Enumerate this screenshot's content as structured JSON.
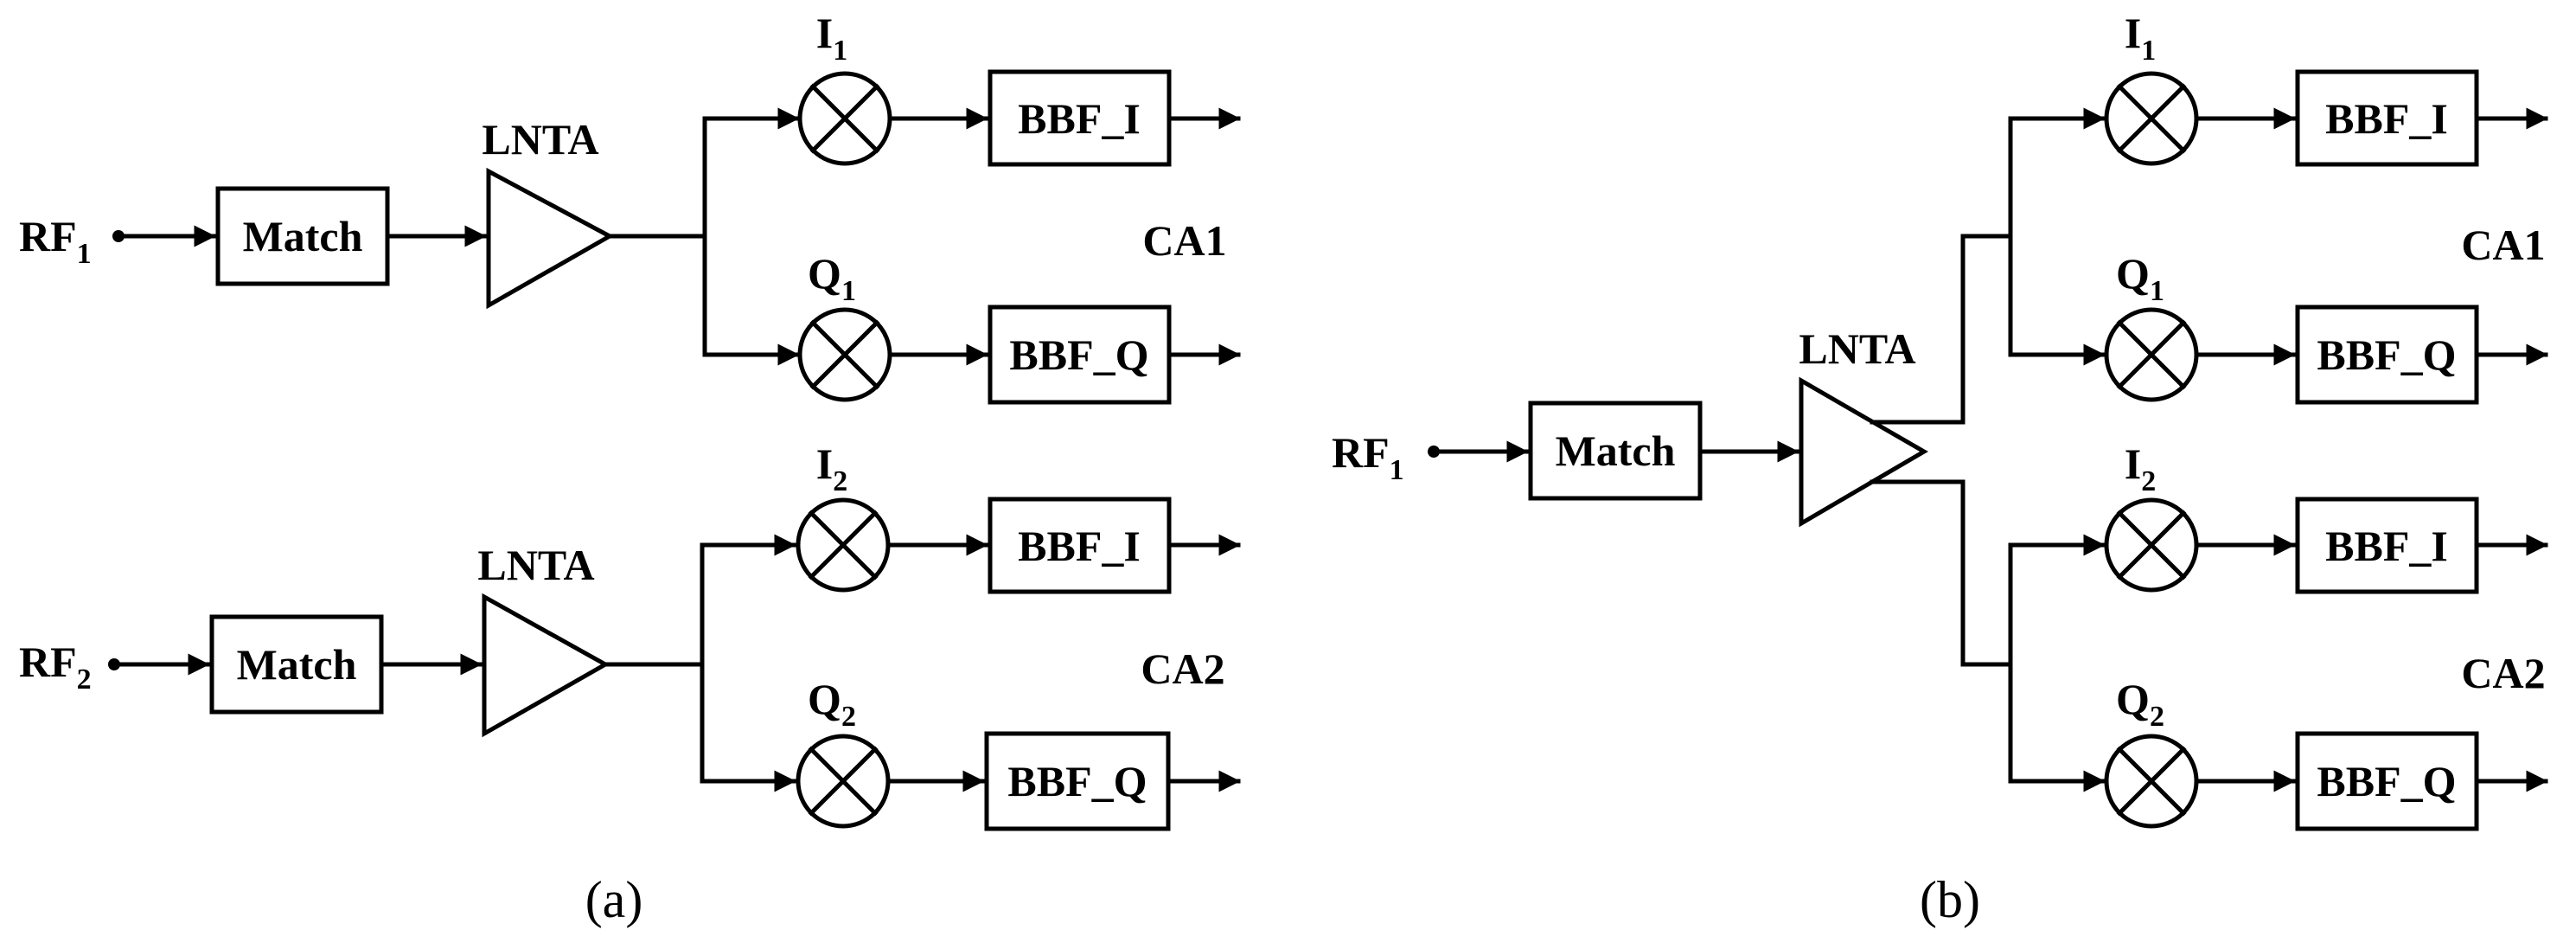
{
  "panel_a": {
    "caption": "(a)",
    "chain1": {
      "input": "RF",
      "input_sub": "1",
      "match": "Match",
      "lnta": "LNTA",
      "mixer_i": "I",
      "mixer_i_sub": "1",
      "mixer_q": "Q",
      "mixer_q_sub": "1",
      "bbf_i": "BBF_I",
      "bbf_q": "BBF_Q",
      "ca": "CA1"
    },
    "chain2": {
      "input": "RF",
      "input_sub": "2",
      "match": "Match",
      "lnta": "LNTA",
      "mixer_i": "I",
      "mixer_i_sub": "2",
      "mixer_q": "Q",
      "mixer_q_sub": "2",
      "bbf_i": "BBF_I",
      "bbf_q": "BBF_Q",
      "ca": "CA2"
    }
  },
  "panel_b": {
    "caption": "(b)",
    "input": "RF",
    "input_sub": "1",
    "match": "Match",
    "lnta": "LNTA",
    "ca1": {
      "mixer_i": "I",
      "mixer_i_sub": "1",
      "mixer_q": "Q",
      "mixer_q_sub": "1",
      "bbf_i": "BBF_I",
      "bbf_q": "BBF_Q",
      "ca": "CA1"
    },
    "ca2": {
      "mixer_i": "I",
      "mixer_i_sub": "2",
      "mixer_q": "Q",
      "mixer_q_sub": "2",
      "bbf_i": "BBF_I",
      "bbf_q": "BBF_Q",
      "ca": "CA2"
    }
  }
}
